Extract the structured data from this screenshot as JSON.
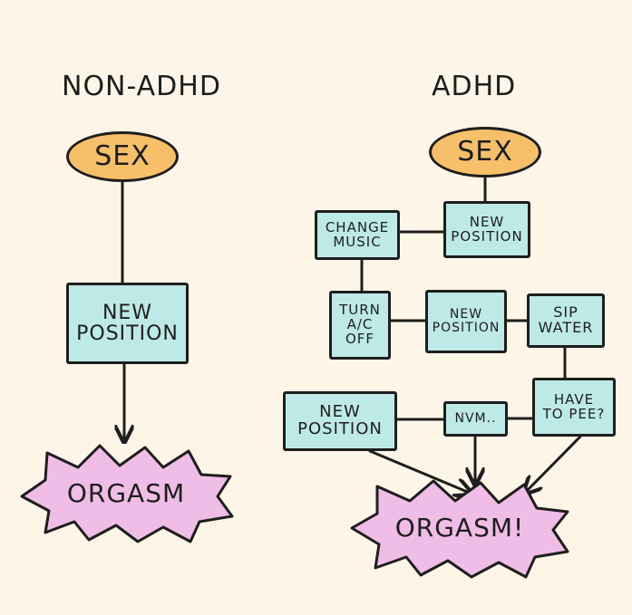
{
  "titles": {
    "left": "NON-ADHD",
    "right": "ADHD"
  },
  "left_flow": {
    "start": "SEX",
    "step": "NEW\nPOSITION",
    "end": "ORGASM"
  },
  "right_flow": {
    "start": "SEX",
    "new_position_1": "NEW\nPOSITION",
    "change_music": "CHANGE\nMUSIC",
    "turn_ac_off": "TURN\nA/C\nOFF",
    "new_position_2": "NEW\nPOSITION",
    "sip_water": "SIP\nWATER",
    "have_to_pee": "HAVE\nTO PEE?",
    "nvm": "NVM..",
    "new_position_3": "NEW\nPOSITION",
    "end": "ORGASM!"
  },
  "colors": {
    "background": "#fdf6e8",
    "box_fill": "#bde9e6",
    "oval_fill": "#f6c06b",
    "burst_fill": "#f0bde6",
    "ink": "#1e1e1e"
  }
}
